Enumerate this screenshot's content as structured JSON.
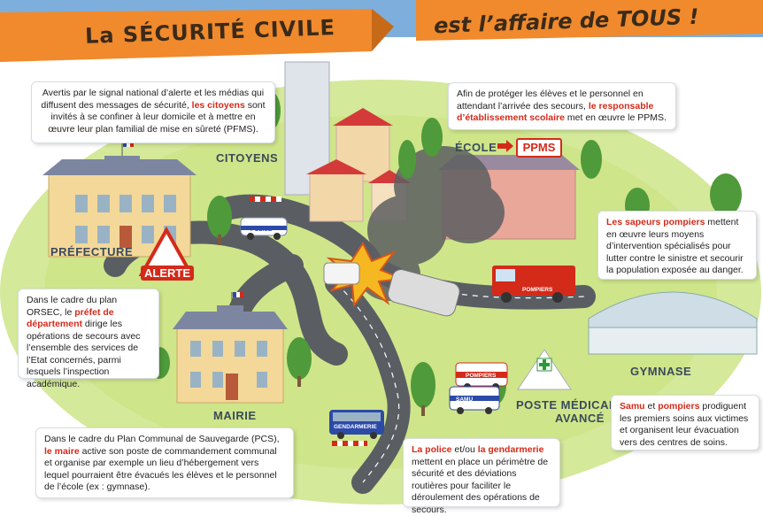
{
  "title": {
    "part1": "La SÉCURITÉ CIVILE",
    "part2": "est l’affaire de TOUS !"
  },
  "place_labels": {
    "citoyens": "CITOYENS",
    "ecole": "ÉCOLE",
    "ppms": "PPMS",
    "prefecture": "PRÉFECTURE",
    "alerte": "ALERTE",
    "mairie": "MAIRIE",
    "gymnase": "GYMNASE",
    "poste_medical_1": "POSTE MÉDICAL",
    "poste_medical_2": "AVANCÉ"
  },
  "vehicle_labels": {
    "police": "POLICE",
    "pompiers_truck": "POMPIERS",
    "pompiers_ambulance": "POMPIERS",
    "samu": "SAMU",
    "gendarmerie": "GENDARMERIE"
  },
  "boxes": {
    "citoyens": {
      "pre": "Avertis par le signal national d’alerte et les médias qui diffusent des messages de sécurité, ",
      "hl": "les citoyens",
      "post": " sont invités à se confiner à leur domicile et à mettre en œuvre leur plan familial de mise en sûreté (PFMS)."
    },
    "ecole": {
      "pre": "Afin de protéger les élèves et le personnel en attendant l’arrivée des secours, ",
      "hl": "le responsable d’établissement scolaire",
      "post": " met en œuvre le PPMS."
    },
    "pompiers": {
      "hl": "Les sapeurs pompiers",
      "post": " mettent en œuvre leurs moyens d’intervention spécialisés pour lutter contre le sinistre et secourir la population exposée au danger."
    },
    "prefet": {
      "pre": "Dans le cadre du plan ORSEC, le ",
      "hl": "préfet de département",
      "post": " dirige les opérations de secours avec l’ensemble des services de l’Etat concernés, parmi lesquels l’inspection académique."
    },
    "samu": {
      "hl1": "Samu",
      "mid": " et ",
      "hl2": "pompiers",
      "post": " prodiguent les premiers soins aux victimes et organisent leur évacuation vers des centres de soins."
    },
    "maire": {
      "pre": "Dans le cadre du Plan Communal de Sauvegarde (PCS), ",
      "hl": "le maire",
      "post": " active son poste de commandement communal et organise par exemple un lieu d’hébergement vers lequel pourraient être évacués les élèves et le personnel de l’école (ex : gymnase)."
    },
    "police": {
      "hl1": "La police",
      "mid": " et/ou ",
      "hl2": "la gendarmerie",
      "post": " mettent en place un périmètre de sécurité et des déviations routières pour faciliter le déroulement des opérations de secours."
    }
  },
  "colors": {
    "banner": "#f08a2c",
    "sky": "#6aa0d4",
    "grass": "#cfe58a",
    "road": "#5a5e63",
    "highlight": "#d42a1a"
  }
}
